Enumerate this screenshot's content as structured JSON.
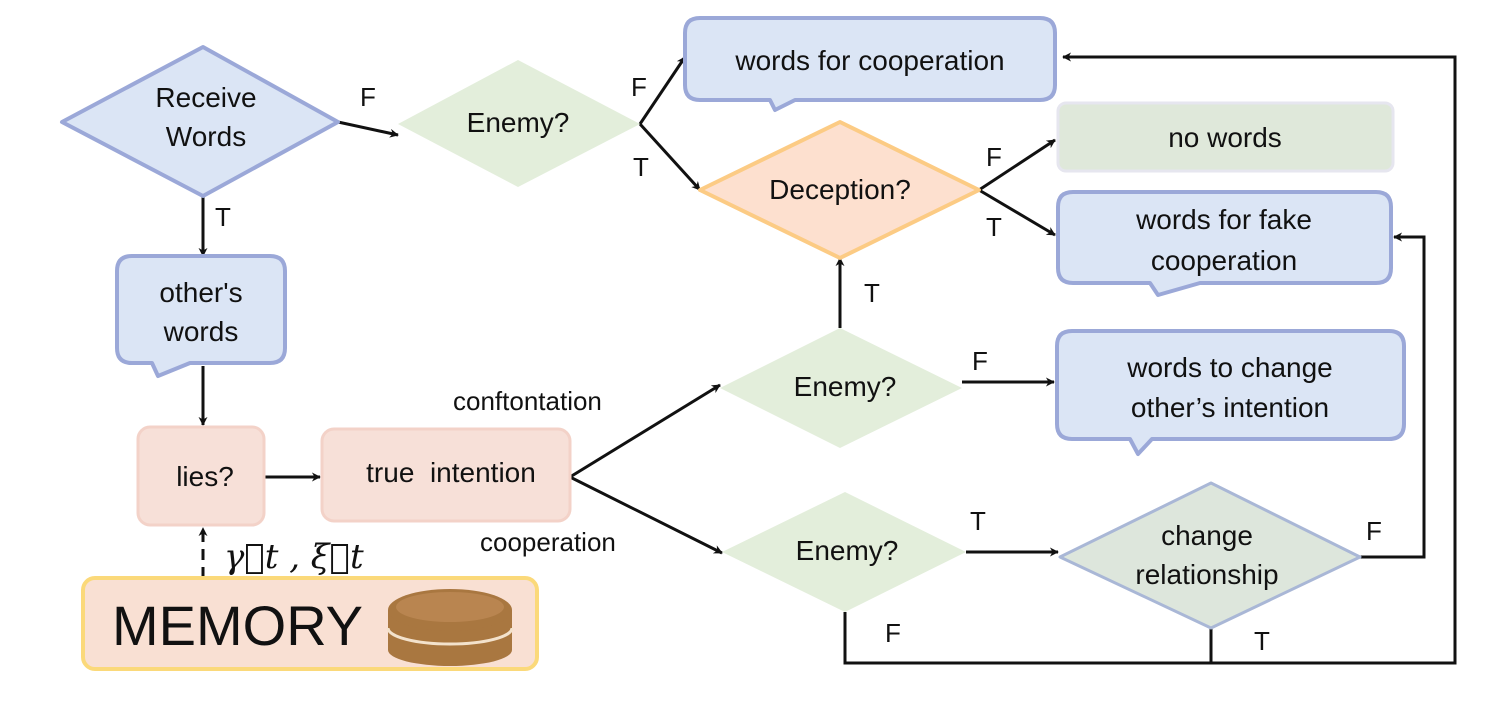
{
  "nodes": {
    "receive_words": {
      "line1": "Receive",
      "line2": "Words"
    },
    "enemy_top": "Enemy?",
    "words_for_cooperation": "words for cooperation",
    "deception": "Deception?",
    "no_words": "no words",
    "words_fake_coop": {
      "line1": "words for fake",
      "line2": "cooperation"
    },
    "others_words": {
      "line1": "other's",
      "line2": "words"
    },
    "lies": "lies?",
    "true_intention": "true  intention",
    "enemy_mid": "Enemy?",
    "words_change_intention": {
      "line1": "words to change",
      "line2": "other’s intention"
    },
    "enemy_bottom": "Enemy?",
    "change_relationship": {
      "line1": "change",
      "line2": "relationship"
    },
    "memory": "MEMORY",
    "memory_params": "γ⃗t , ξ⃗t"
  },
  "edge_labels": {
    "receive_f": "F",
    "receive_t": "T",
    "enemy_top_f": "F",
    "enemy_top_t": "T",
    "deception_f": "F",
    "deception_t": "T",
    "enemy_mid_t": "T",
    "enemy_mid_f": "F",
    "confrontation": "conftontation",
    "cooperation": "cooperation",
    "enemy_bottom_t": "T",
    "enemy_bottom_f": "F",
    "change_f": "F",
    "change_t": "T"
  },
  "colors": {
    "blue_fill": "#dbe5f5",
    "blue_stroke": "#9ba8d8",
    "green_fill": "#e3eedb",
    "green_stroke": "#e3eedb",
    "orange_fill": "#fde0cf",
    "orange_stroke": "#fccb84",
    "pink_fill": "#f7e0d8",
    "pink_stroke": "#f3d2c8",
    "gray_fill": "#dde6dc",
    "gray_stroke": "#a9b7d6",
    "memory_fill": "#f9e0d3",
    "memory_stroke": "#fbd97a",
    "db_icon": "#a97740",
    "nowords_fill": "#dfe8da",
    "nowords_stroke": "#e6e6ef"
  },
  "icons": [
    "database-icon"
  ]
}
